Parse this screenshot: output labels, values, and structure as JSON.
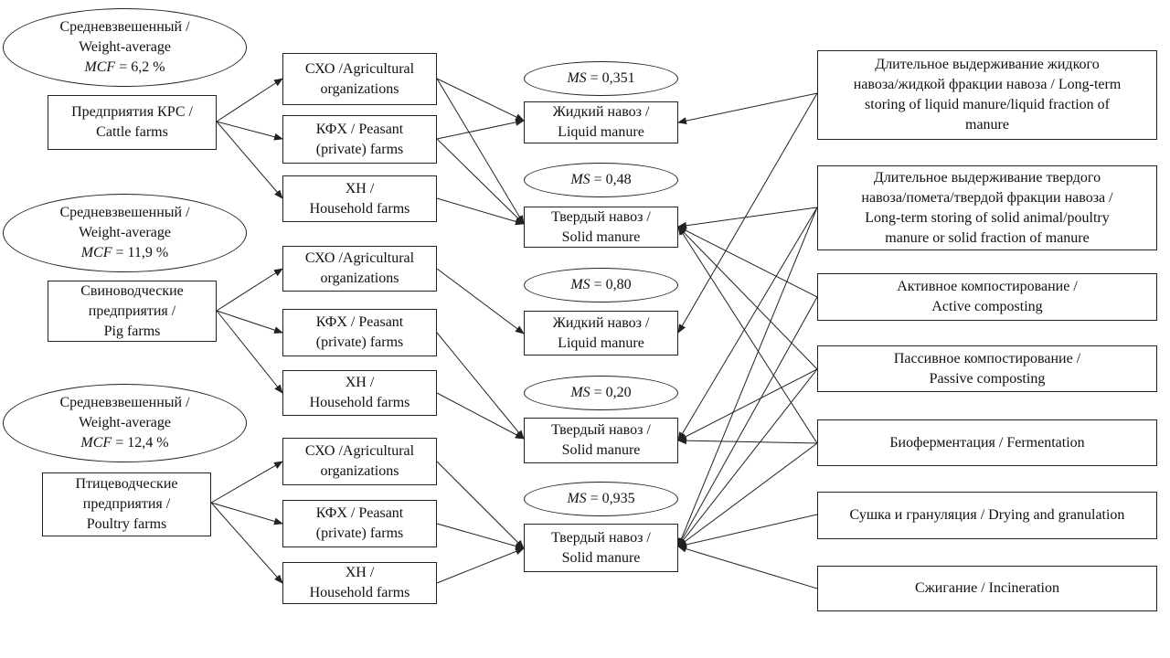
{
  "weights": [
    {
      "l1": "Средневзвешенный /",
      "l2": "Weight-average",
      "mcf": "MCF",
      "val": " = 6,2 %"
    },
    {
      "l1": "Средневзвешенный /",
      "l2": "Weight-average",
      "mcf": "MCF",
      "val": " = 11,9 %"
    },
    {
      "l1": "Средневзвешенный /",
      "l2": "Weight-average",
      "mcf": "MCF",
      "val": " = 12,4 %"
    }
  ],
  "farms": [
    {
      "lines": [
        "Предприятия КРС /",
        "Cattle farms"
      ]
    },
    {
      "lines": [
        "Свиноводческие",
        "предприятия /",
        "Pig farms"
      ]
    },
    {
      "lines": [
        "Птицеводческие",
        "предприятия /",
        "Poultry farms"
      ]
    }
  ],
  "org": [
    {
      "lines": [
        "СХО /Agricultural",
        "organizations"
      ]
    },
    {
      "lines": [
        "КФХ / Peasant",
        "(private) farms"
      ]
    },
    {
      "lines": [
        "ХН /",
        "Household farms"
      ]
    },
    {
      "lines": [
        "СХО /Agricultural",
        "organizations"
      ]
    },
    {
      "lines": [
        "КФХ / Peasant",
        "(private) farms"
      ]
    },
    {
      "lines": [
        "ХН /",
        "Household farms"
      ]
    },
    {
      "lines": [
        "СХО /Agricultural",
        "organizations"
      ]
    },
    {
      "lines": [
        "КФХ / Peasant",
        "(private) farms"
      ]
    },
    {
      "lines": [
        "ХН /",
        "Household farms"
      ]
    }
  ],
  "ms": [
    {
      "ms": "MS",
      "val": " = 0,351"
    },
    {
      "ms": "MS",
      "val": " = 0,48"
    },
    {
      "ms": "MS",
      "val": " = 0,80"
    },
    {
      "ms": "MS",
      "val": " = 0,20"
    },
    {
      "ms": "MS",
      "val": " = 0,935"
    }
  ],
  "manure": [
    {
      "lines": [
        "Жидкий навоз /",
        "Liquid manure"
      ]
    },
    {
      "lines": [
        "Твердый навоз /",
        "Solid manure"
      ]
    },
    {
      "lines": [
        "Жидкий навоз /",
        "Liquid manure"
      ]
    },
    {
      "lines": [
        "Твердый навоз /",
        "Solid manure"
      ]
    },
    {
      "lines": [
        "Твердый навоз /",
        "Solid manure"
      ]
    }
  ],
  "methods": [
    {
      "lines": [
        "Длительное выдерживание жидкого",
        "навоза/жидкой фракции навоза / Long-term",
        "storing of liquid manure/liquid  fraction of",
        "manure"
      ]
    },
    {
      "lines": [
        "Длительное выдерживание твердого",
        "навоза/помета/твердой фракции навоза /",
        "Long-term storing of solid animal/poultry",
        "manure or solid fraction of manure"
      ]
    },
    {
      "lines": [
        "Активное компостирование /",
        "Active composting"
      ]
    },
    {
      "lines": [
        "Пассивное компостирование /",
        "Passive composting"
      ]
    },
    {
      "lines": [
        "Биоферментация / Fermentation"
      ]
    },
    {
      "lines": [
        "Сушка и грануляция / Drying  and granulation"
      ]
    },
    {
      "lines": [
        "Сжигание / Incineration"
      ]
    }
  ]
}
